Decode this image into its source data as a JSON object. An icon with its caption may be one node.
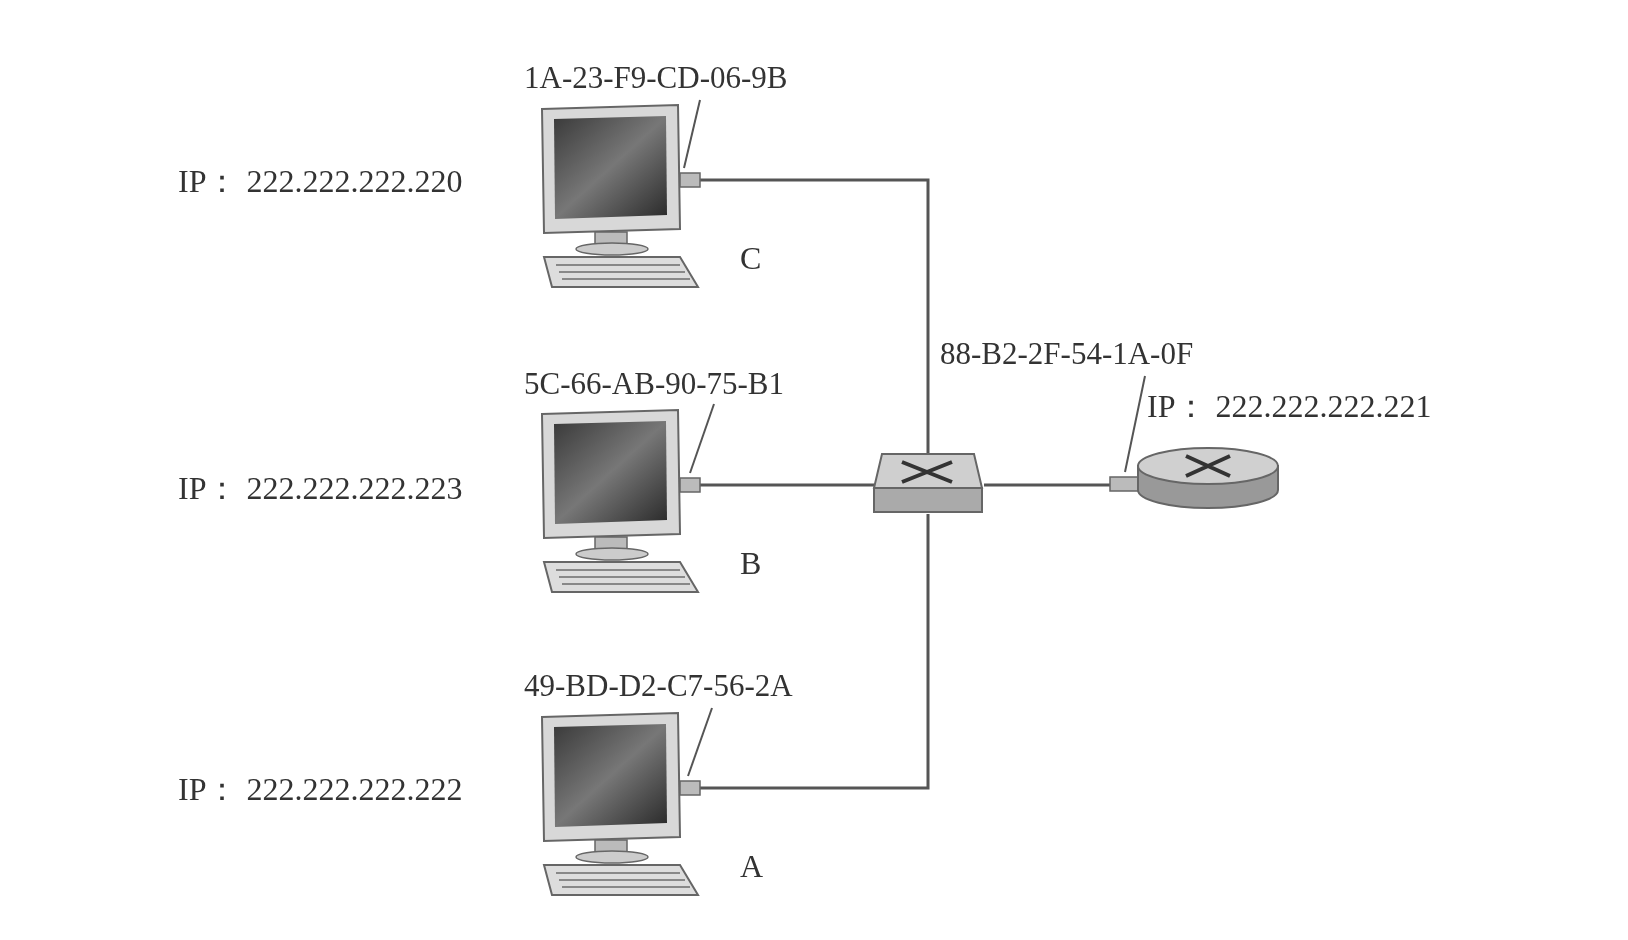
{
  "diagram": {
    "nodes": [
      {
        "text": [],
        "shape": "computer",
        "beside": [
          "IP： 222.222.222.220",
          "C"
        ]
      },
      {
        "text": [
          "1A-23-F9-CD-06-9B"
        ]
      },
      {
        "text": [],
        "shape": "computer",
        "beside": [
          "IP： 222.222.222.223",
          "B"
        ]
      },
      {
        "text": [
          "5C-66-AB-90-75-B1"
        ]
      },
      {
        "text": [],
        "shape": "computer",
        "beside": [
          "IP： 222.222.222.222",
          "A"
        ]
      },
      {
        "text": [
          "49-BD-D2-C7-56-2A"
        ]
      },
      {
        "text": [],
        "shape": "switch"
      },
      {
        "text": [],
        "shape": "router",
        "beside": [
          "IP： 222.222.222.221"
        ]
      },
      {
        "text": [
          "88-B2-2F-54-1A-0F"
        ]
      }
    ],
    "edges": [
      {
        "from": 1,
        "to": 0,
        "arrow": "none"
      },
      {
        "from": 0,
        "to": 6,
        "arrow": "none"
      },
      {
        "from": 3,
        "to": 2,
        "arrow": "none"
      },
      {
        "from": 2,
        "to": 6,
        "arrow": "none"
      },
      {
        "from": 5,
        "to": 4,
        "arrow": "none"
      },
      {
        "from": 4,
        "to": 6,
        "arrow": "none"
      },
      {
        "from": 8,
        "to": 7,
        "arrow": "none"
      },
      {
        "from": 6,
        "to": 7,
        "arrow": "none"
      }
    ]
  }
}
